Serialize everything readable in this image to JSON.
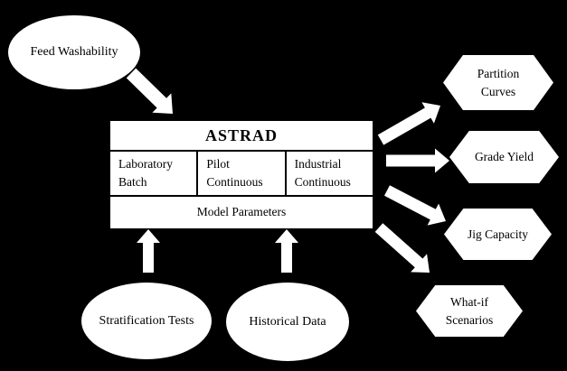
{
  "box": {
    "title": "ASTRAD",
    "cells": {
      "laboratory_batch": "Laboratory Batch",
      "pilot_continuous": "Pilot Continuous",
      "industrial_continuous": "Industrial Continuous"
    },
    "footer": "Model Parameters"
  },
  "ellipses": {
    "feed_washability": "Feed Washability",
    "stratification_tests": "Stratification Tests",
    "historical_data": "Historical Data"
  },
  "hexagons": {
    "partition_curves": "Partition Curves",
    "grade_yield": "Grade Yield",
    "jig_capacity": "Jig Capacity",
    "what_if_scenarios": "What-if Scenarios"
  },
  "colors": {
    "background": "#000000",
    "shape_fill": "#ffffff",
    "text": "#000000"
  }
}
